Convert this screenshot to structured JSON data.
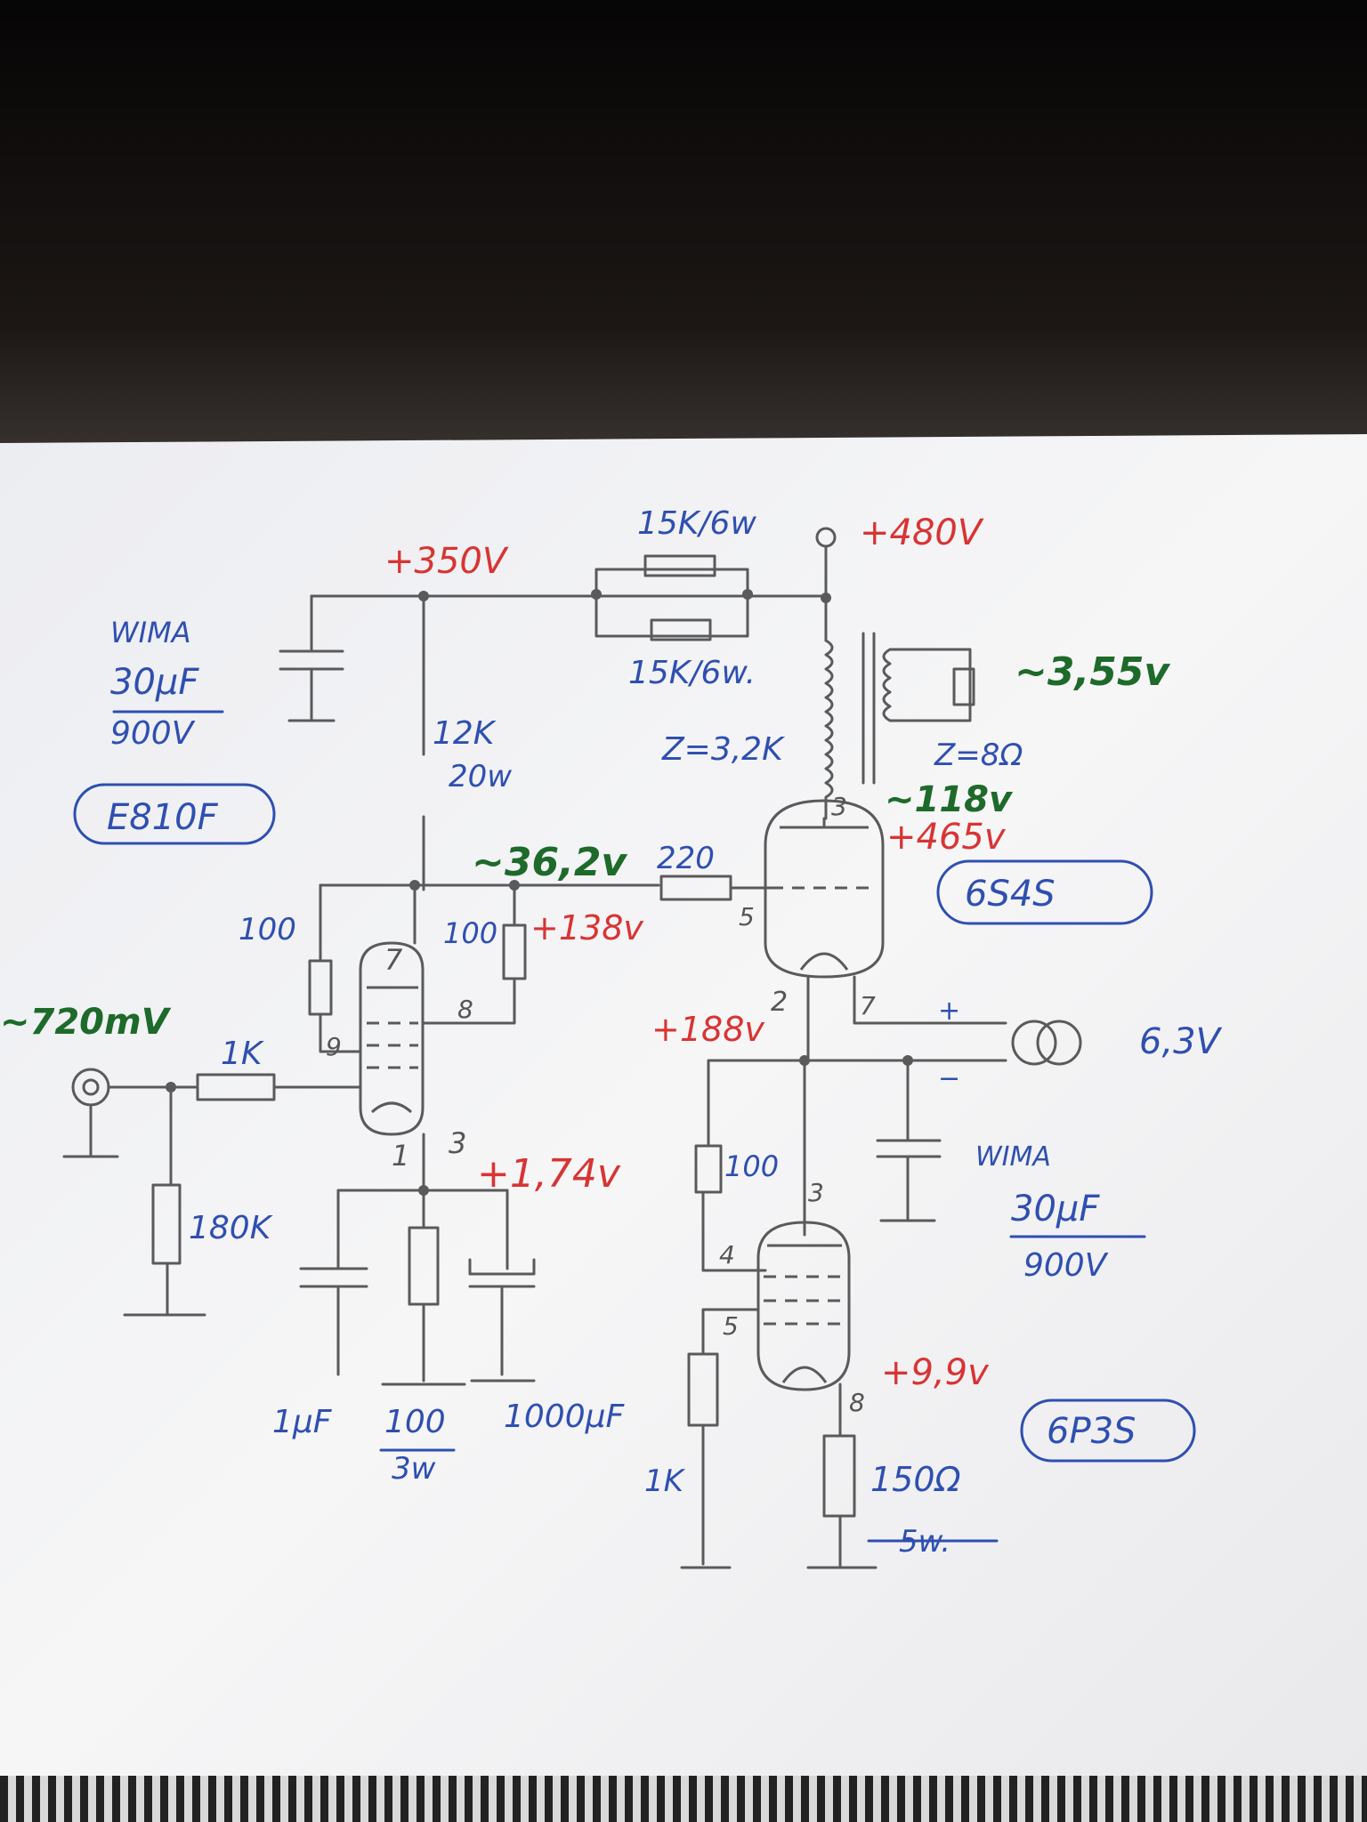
{
  "photo": {
    "paper_color": "#f3f3f4",
    "background_color": "#141110",
    "ink_colors": {
      "blue": "#2f4fb0",
      "red": "#d83434",
      "green": "#1e6a2a",
      "pencil": "#5a5a5a"
    }
  },
  "tubes": {
    "driver": "E810F",
    "output": "6S4S",
    "cathode_follower": "6P3S"
  },
  "supply": {
    "hv_480": "+480V",
    "hv_350": "+350V",
    "cap_brand": "WIMA",
    "cap_value": "30µF",
    "cap_voltage": "900V",
    "cap2_brand": "WIMA",
    "cap2_value": "30µF",
    "cap2_voltage": "900V",
    "dropper_r1": "15K/6w",
    "dropper_r2": "15K/6w."
  },
  "driver_stage": {
    "plate_res_value": "12K",
    "plate_res_power": "20w",
    "plate_ac": "~36,2v",
    "screen_res": "100",
    "screen_dc": "+138v",
    "g2_res": "100",
    "grid_res": "1K",
    "grid_leak": "180K",
    "input_signal": "~720mV",
    "cathode_dc": "+1,74v",
    "cathode_cap": "1µF",
    "cathode_res_value": "100",
    "cathode_res_power": "3w",
    "cathode_bypass": "1000µF",
    "pin_plate": "7",
    "pin_g2": "8",
    "pin_g1": "9",
    "pin_cathode": "3",
    "pin_heater": "1"
  },
  "output_stage": {
    "grid_stopper": "220",
    "plate_impedance": "Z=3,2K",
    "speaker_impedance": "Z=8Ω",
    "plate_ac": "~118v",
    "plate_dc": "+465v",
    "secondary_ac": "~3,55v",
    "cathode_dc": "+188v",
    "heater_voltage": "6,3V",
    "heater_plus": "+",
    "heater_minus": "−",
    "pin_plate": "3",
    "pin_grid": "5",
    "pin_cathode": "2",
    "pin_heater": "7"
  },
  "cf_stage": {
    "grid_res": "100",
    "g1_res": "1K",
    "cathode_dc": "+9,9v",
    "cathode_res_value": "150Ω",
    "cathode_res_power": "5w.",
    "pin_plate": "3",
    "pin_g2": "4",
    "pin_g1": "5",
    "pin_cathode": "8"
  }
}
